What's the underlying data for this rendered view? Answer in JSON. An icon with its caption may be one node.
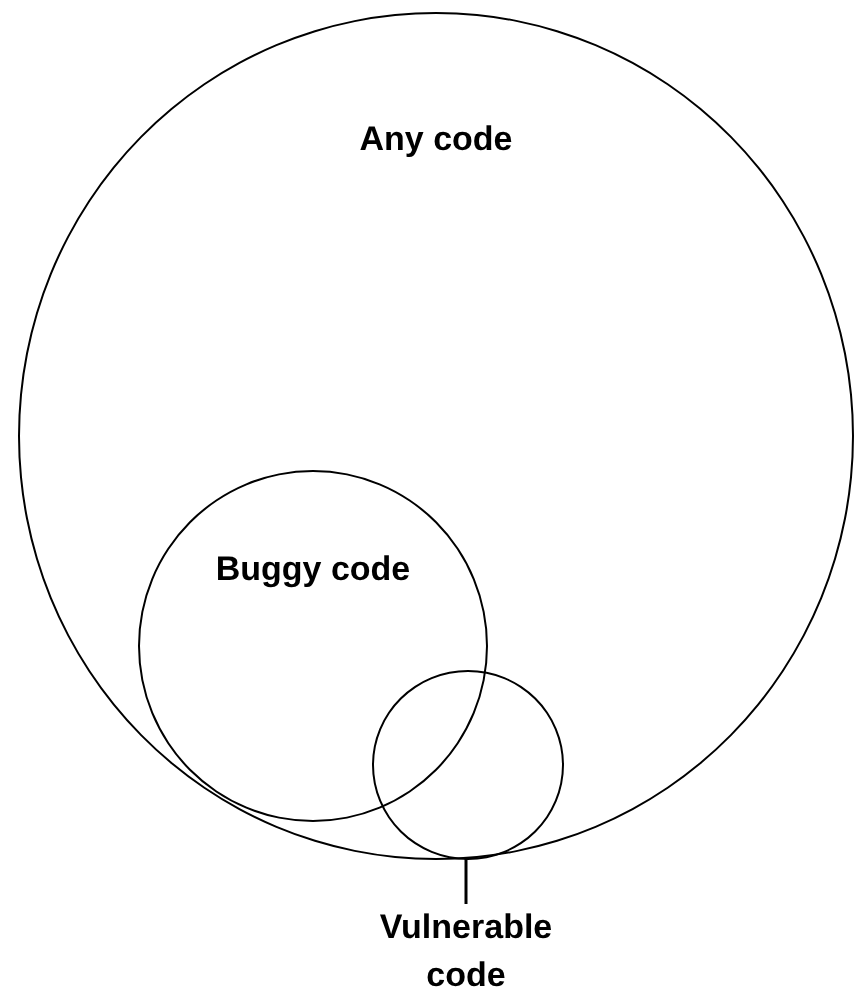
{
  "diagram": {
    "nodes": [
      {
        "text": [
          "Any code"
        ]
      },
      {
        "text": [
          "Buggy code"
        ],
        "in": 0
      },
      {
        "text": [],
        "shape": "circle",
        "in": 0
      },
      {
        "text": [
          "Vulnerable code"
        ]
      }
    ],
    "edges": [
      {
        "from": 3,
        "to": 2,
        "arrow": "none"
      }
    ]
  }
}
